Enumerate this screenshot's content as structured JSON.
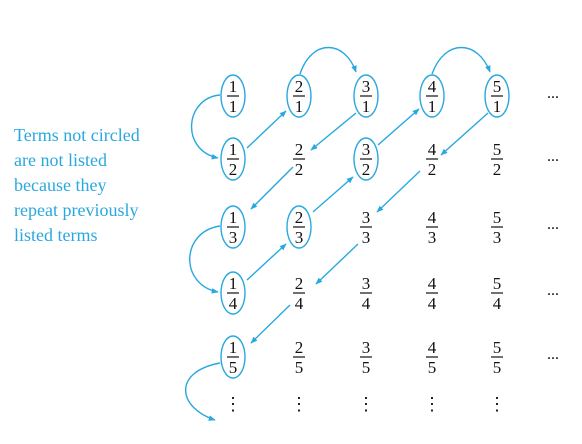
{
  "caption": {
    "lines": [
      "Terms not circled",
      "are not listed",
      "because they",
      "repeat previously",
      "listed terms"
    ]
  },
  "grid": {
    "rows": [
      [
        {
          "num": "1",
          "den": "1",
          "circled": true
        },
        {
          "num": "2",
          "den": "1",
          "circled": true
        },
        {
          "num": "3",
          "den": "1",
          "circled": true
        },
        {
          "num": "4",
          "den": "1",
          "circled": true
        },
        {
          "num": "5",
          "den": "1",
          "circled": true
        }
      ],
      [
        {
          "num": "1",
          "den": "2",
          "circled": true
        },
        {
          "num": "2",
          "den": "2",
          "circled": false
        },
        {
          "num": "3",
          "den": "2",
          "circled": true
        },
        {
          "num": "4",
          "den": "2",
          "circled": false
        },
        {
          "num": "5",
          "den": "2",
          "circled": false
        }
      ],
      [
        {
          "num": "1",
          "den": "3",
          "circled": true
        },
        {
          "num": "2",
          "den": "3",
          "circled": true
        },
        {
          "num": "3",
          "den": "3",
          "circled": false
        },
        {
          "num": "4",
          "den": "3",
          "circled": false
        },
        {
          "num": "5",
          "den": "3",
          "circled": false
        }
      ],
      [
        {
          "num": "1",
          "den": "4",
          "circled": true
        },
        {
          "num": "2",
          "den": "4",
          "circled": false
        },
        {
          "num": "3",
          "den": "4",
          "circled": false
        },
        {
          "num": "4",
          "den": "4",
          "circled": false
        },
        {
          "num": "5",
          "den": "4",
          "circled": false
        }
      ],
      [
        {
          "num": "1",
          "den": "5",
          "circled": true
        },
        {
          "num": "2",
          "den": "5",
          "circled": false
        },
        {
          "num": "3",
          "den": "5",
          "circled": false
        },
        {
          "num": "4",
          "den": "5",
          "circled": false
        },
        {
          "num": "5",
          "den": "5",
          "circled": false
        }
      ]
    ],
    "row_ellipsis": "...",
    "col_ellipsis": "⋮"
  },
  "colors": {
    "accent": "#29a8e0",
    "text": "#111111"
  }
}
